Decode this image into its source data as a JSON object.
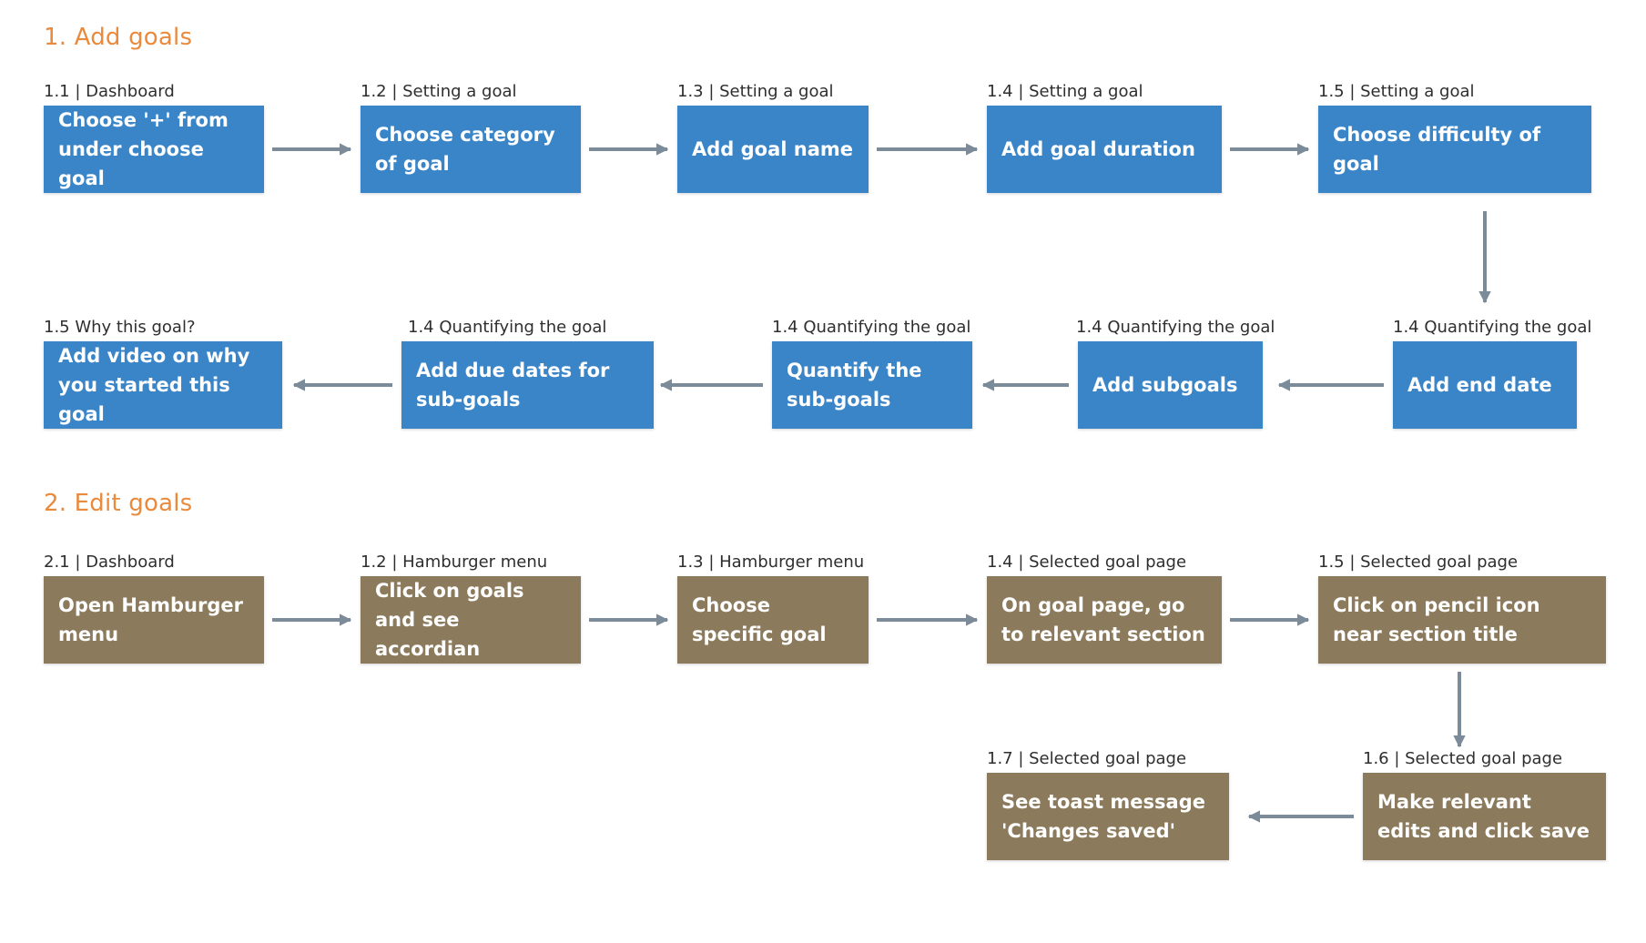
{
  "colors": {
    "section_title": "#ea8a3c",
    "add_node": "#3a85c8",
    "edit_node": "#8b7a5b",
    "arrow": "#7c8b99"
  },
  "sections": {
    "add": {
      "title": "1. Add goals"
    },
    "edit": {
      "title": "2. Edit goals"
    }
  },
  "add_goals": [
    {
      "label": "1.1 | Dashboard",
      "text": "Choose '+' from under choose goal"
    },
    {
      "label": "1.2 | Setting a goal",
      "text": "Choose category of goal"
    },
    {
      "label": "1.3 | Setting a goal",
      "text": "Add goal name"
    },
    {
      "label": "1.4 | Setting a goal",
      "text": "Add goal duration"
    },
    {
      "label": "1.5 | Setting a goal",
      "text": "Choose difficulty of goal"
    },
    {
      "label": "1.4 Quantifying the goal",
      "text": "Add end date"
    },
    {
      "label": "1.4 Quantifying the goal",
      "text": "Add subgoals"
    },
    {
      "label": "1.4 Quantifying the goal",
      "text": "Quantify the sub-goals"
    },
    {
      "label": "1.4 Quantifying the goal",
      "text": "Add due dates for sub-goals"
    },
    {
      "label": "1.5 Why this goal?",
      "text": "Add video on why you started this goal"
    }
  ],
  "edit_goals": [
    {
      "label": "2.1 | Dashboard",
      "text": "Open Hamburger menu"
    },
    {
      "label": "1.2 | Hamburger menu",
      "text": "Click on goals and see accordian"
    },
    {
      "label": "1.3 | Hamburger menu",
      "text": "Choose specific goal"
    },
    {
      "label": "1.4 | Selected goal page",
      "text": "On goal page, go to relevant section"
    },
    {
      "label": "1.5 | Selected goal page",
      "text": "Click on pencil icon near section title"
    },
    {
      "label": "1.6 | Selected goal page",
      "text": "Make relevant edits and click save"
    },
    {
      "label": "1.7 | Selected goal page",
      "text": "See toast message 'Changes saved'"
    }
  ]
}
